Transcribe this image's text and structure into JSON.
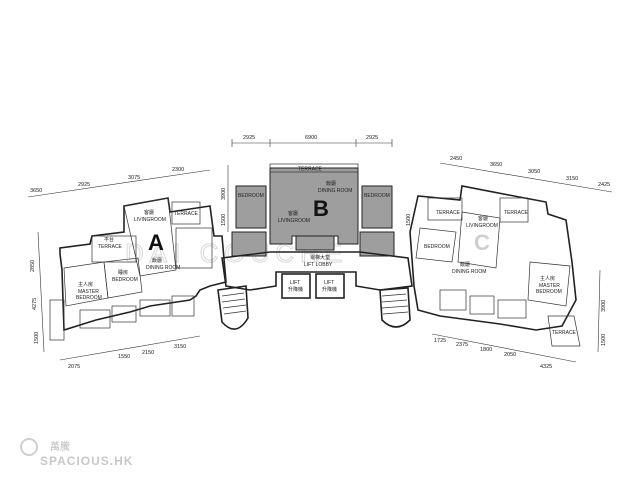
{
  "watermark": "DAI COUCHE",
  "brand": {
    "chinese": "萬騰",
    "english": "SPACIOUS.HK"
  },
  "flats": {
    "a": "A",
    "b": "B",
    "c": "C"
  },
  "rooms": {
    "a_terrace_cn": "平台",
    "a_terrace_en": "TERRACE",
    "a_living_cn": "客廳",
    "a_living_en": "LIVINGROOM",
    "a_dining_cn": "飯廳",
    "a_dining_en": "DINING ROOM",
    "a_bedroom_cn": "睡房",
    "a_bedroom_en": "BEDROOM",
    "a_master_cn": "主人房",
    "a_master_en1": "MASTER",
    "a_master_en2": "BEDROOM",
    "a_small_terrace": "TERRACE",
    "b_terrace": "TERRACE",
    "b_living_cn": "客廳",
    "b_living_en": "LIVINGROOM",
    "b_dining_cn": "飯廳",
    "b_dining_en": "DINING ROOM",
    "b_bedroom_l": "BEDROOM",
    "b_bedroom_r": "BEDROOM",
    "c_terrace_l": "TERRACE",
    "c_terrace_r": "TERRACE",
    "c_living_cn": "客廳",
    "c_living_en": "LIVINGROOM",
    "c_dining_cn": "飯廳",
    "c_dining_en": "DINING ROOM",
    "c_bedroom": "BEDROOM",
    "c_master_cn": "主人房",
    "c_master_en1": "MASTER",
    "c_master_en2": "BEDROOM",
    "c_bottom_terrace": "TERRACE",
    "lift_lobby_cn": "電梯大堂",
    "lift_lobby_en": "LIFT LOBBY",
    "lift1": "LIFT",
    "lift1_cn": "升降機",
    "lift2": "LIFT",
    "lift2_cn": "升降機"
  },
  "dimensions": {
    "top": [
      "2925",
      "6900",
      "2925"
    ],
    "left_top": [
      "3650",
      "2925",
      "3075",
      "2300"
    ],
    "left_side": [
      "2850",
      "4275",
      "1500"
    ],
    "left_bottom": [
      "2075",
      "1550",
      "2150",
      "3150"
    ],
    "b_side": [
      "3900",
      "1500"
    ],
    "right_top": [
      "2450",
      "3650",
      "3050",
      "3150",
      "2425"
    ],
    "right_bottom": [
      "1725",
      "2375",
      "1800",
      "2050",
      "4325"
    ],
    "right_side": [
      "3900",
      "1500"
    ]
  }
}
